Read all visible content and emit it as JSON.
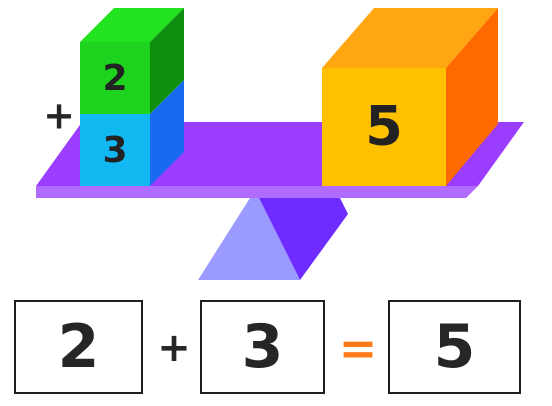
{
  "scene": {
    "left_stack": {
      "top_block_value": "2",
      "bottom_block_value": "3",
      "operator": "+",
      "colors": {
        "top_front": "#1ed31e",
        "top_top": "#22e322",
        "top_side": "#0f8f0f",
        "bottom_front": "#12b8f2",
        "bottom_side": "#1a6af0"
      }
    },
    "right_block": {
      "value": "5",
      "colors": {
        "front": "#ffc000",
        "top": "#ffa612",
        "side": "#ff6a00"
      }
    },
    "beam_colors": {
      "top": "#9a3dff",
      "front": "#b06bff"
    },
    "fulcrum_colors": {
      "front": "#9b9bff",
      "side": "#6f2cff"
    },
    "balanced": true
  },
  "equation": {
    "left": "2",
    "plus": "+",
    "middle": "3",
    "equals": "=",
    "right": "5",
    "equals_color": "#ff7a1a"
  }
}
